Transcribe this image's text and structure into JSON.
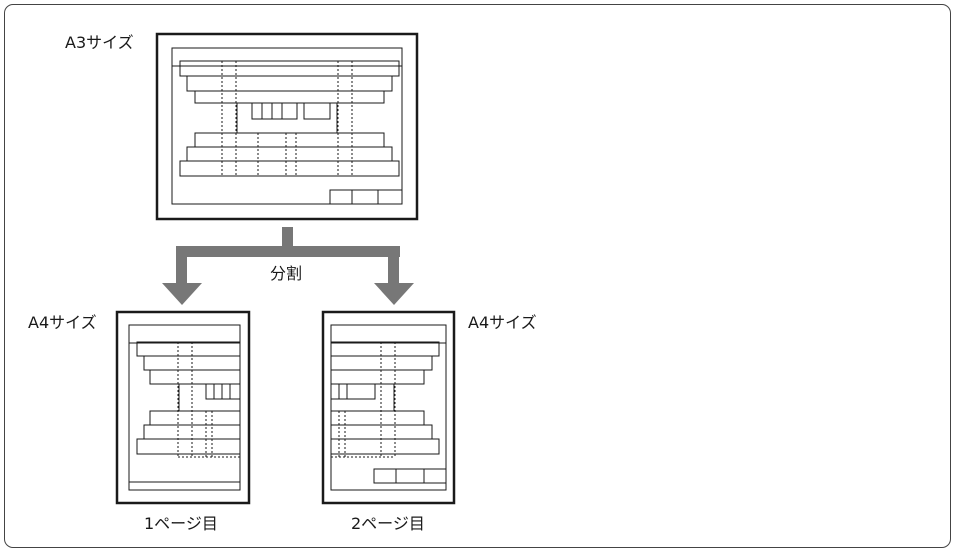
{
  "labels": {
    "a3_size": "A3サイズ",
    "split": "分割",
    "a4_size_left": "A4サイズ",
    "a4_size_right": "A4サイズ",
    "page1": "1ページ目",
    "page2": "2ページ目"
  },
  "colors": {
    "line": "#1a1a1a",
    "arrow": "#777777"
  }
}
